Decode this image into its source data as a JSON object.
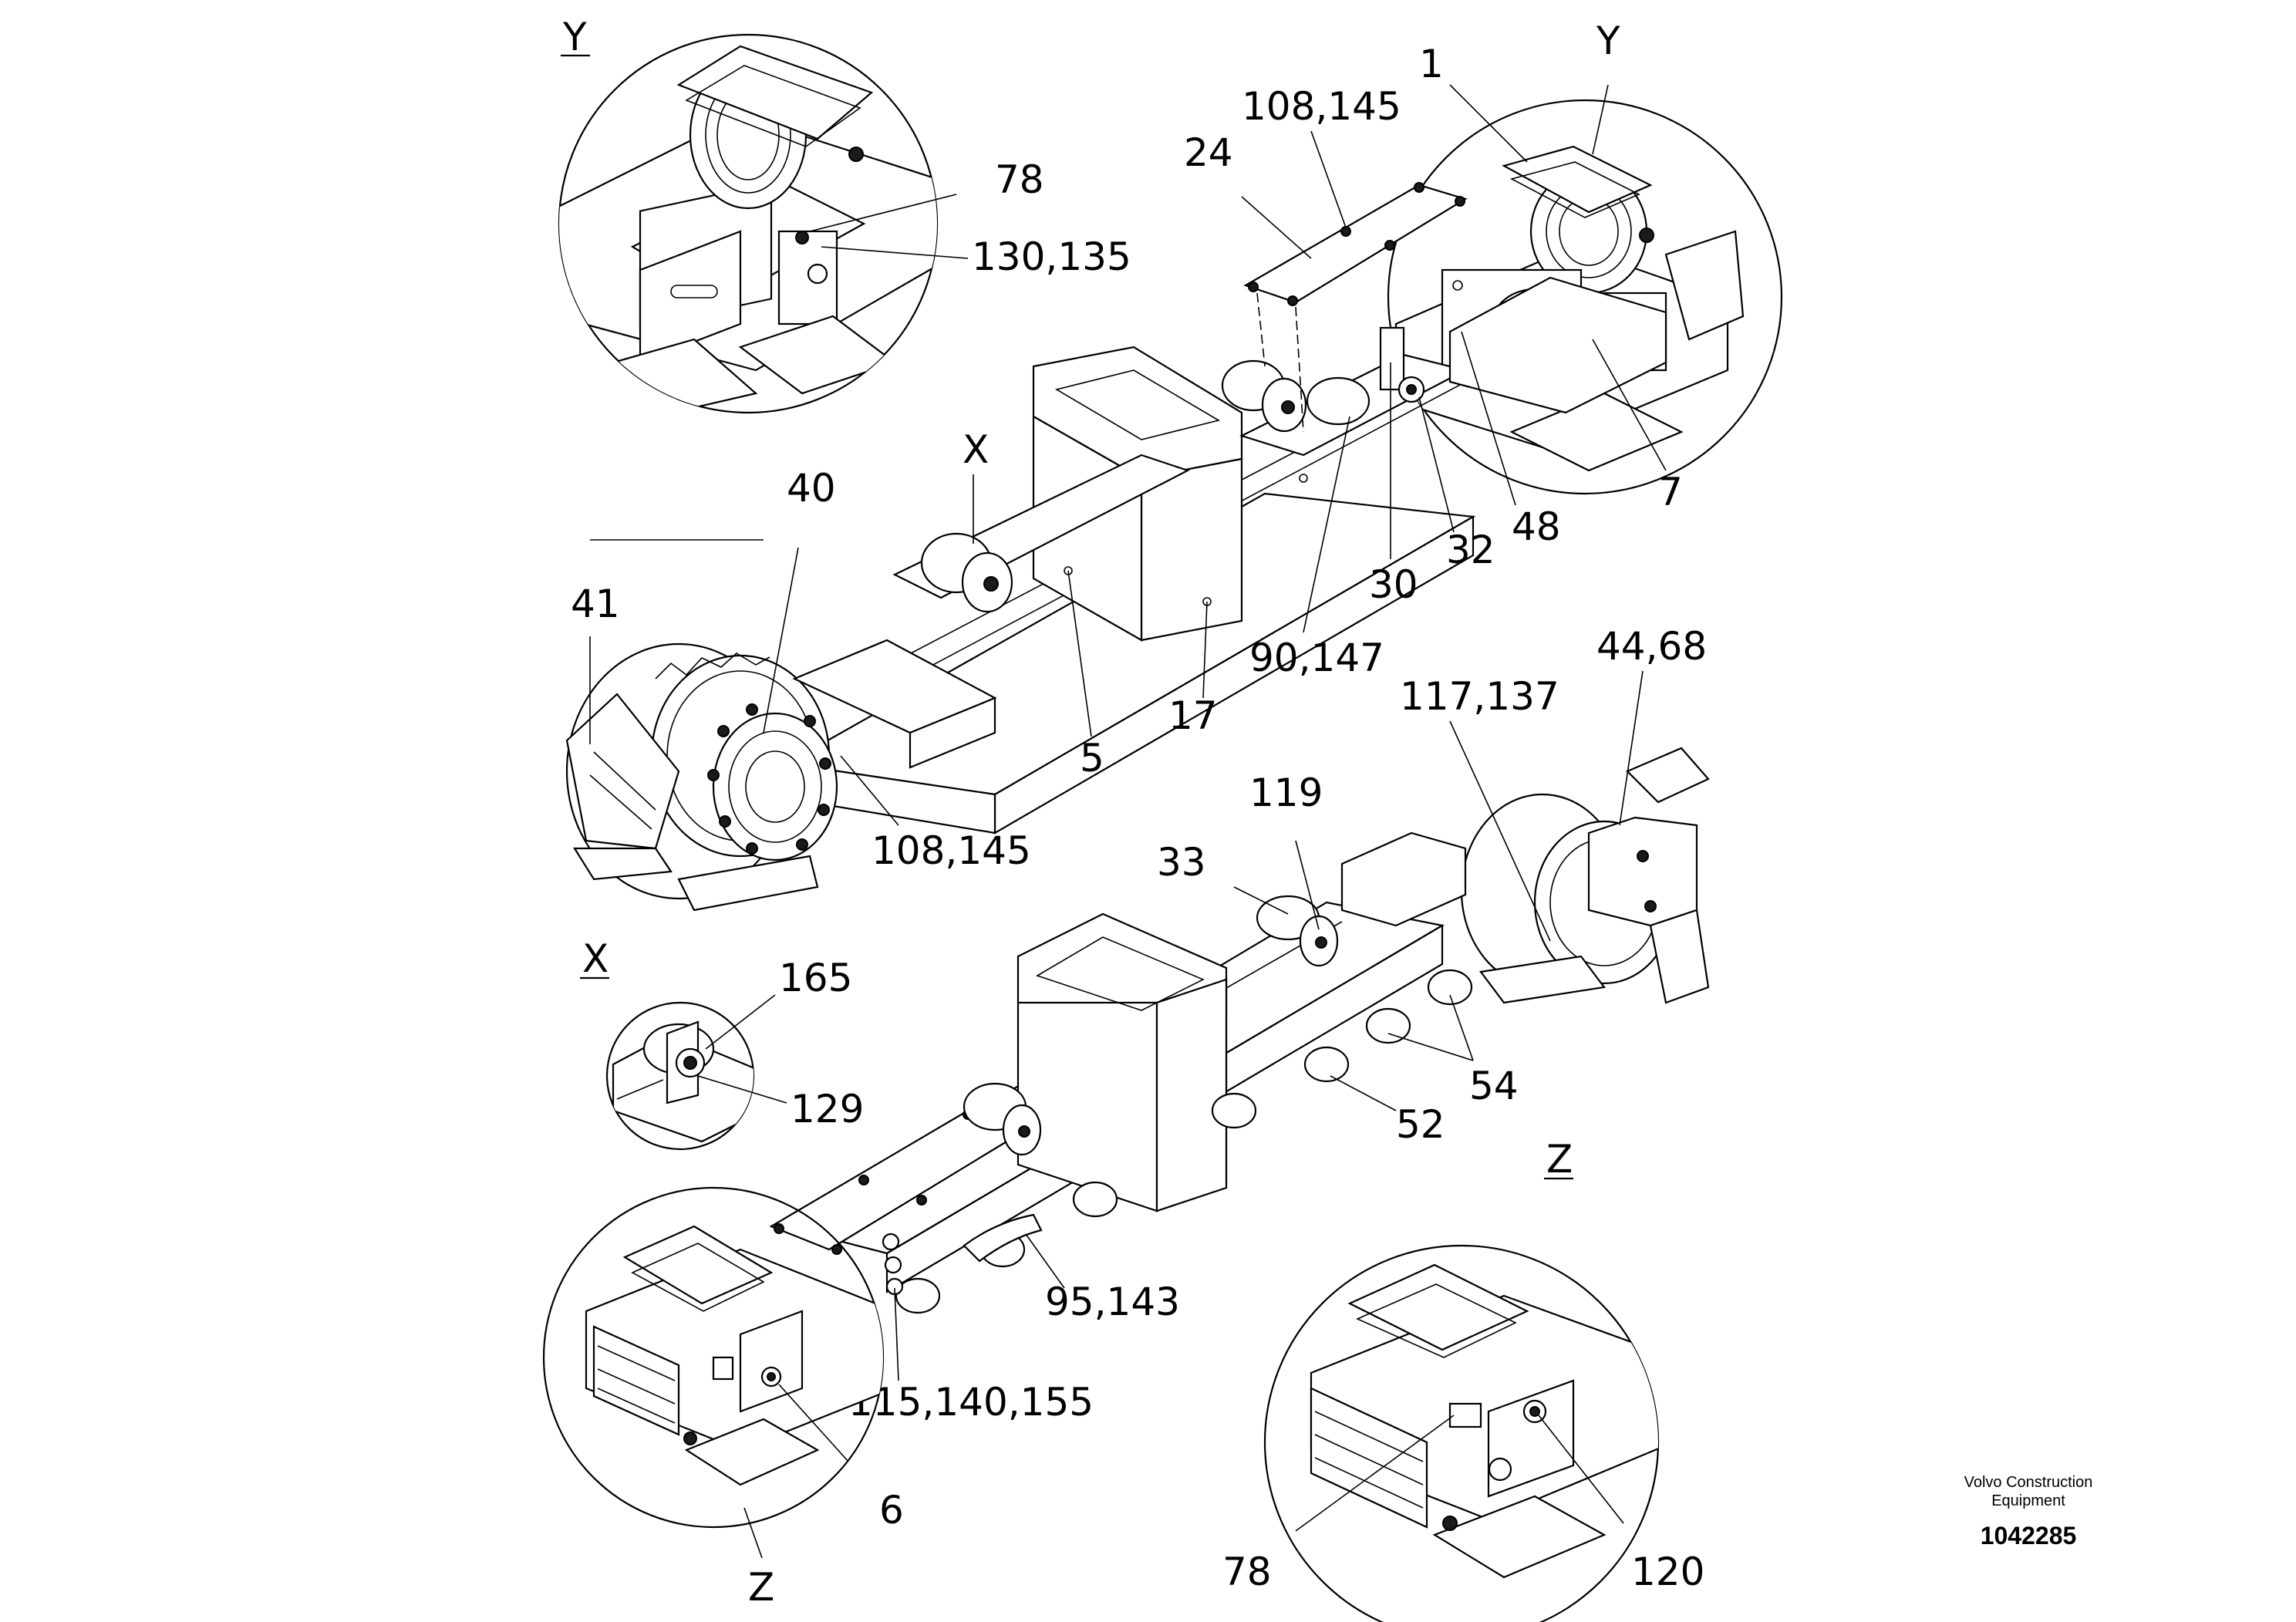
{
  "views": {
    "detail_y_top_left": "Y",
    "detail_y_top_right": "Y",
    "detail_x": "X",
    "detail_x_main": "X",
    "detail_z_right": "Z",
    "detail_z_left": "Z"
  },
  "callouts": {
    "c_1": "1",
    "c_108_145_top": "108,145",
    "c_24": "24",
    "c_78_top": "78",
    "c_130_135": "130,135",
    "c_40": "40",
    "c_41": "41",
    "c_7": "7",
    "c_48": "48",
    "c_32": "32",
    "c_30": "30",
    "c_90_147": "90,147",
    "c_17": "17",
    "c_5": "5",
    "c_108_145_mid": "108,145",
    "c_44_68": "44,68",
    "c_117_137": "117,137",
    "c_119": "119",
    "c_33": "33",
    "c_165": "165",
    "c_129": "129",
    "c_54": "54",
    "c_52": "52",
    "c_95_143": "95,143",
    "c_115_140_155": "115,140,155",
    "c_6": "6",
    "c_78_bottom": "78",
    "c_120": "120"
  },
  "footer": {
    "brand_line1": "Volvo Construction",
    "brand_line2": "Equipment",
    "doc_number": "1042285"
  },
  "icons": [
    "track-frame-drawing",
    "detail-circle-y",
    "detail-circle-x",
    "detail-circle-z"
  ]
}
